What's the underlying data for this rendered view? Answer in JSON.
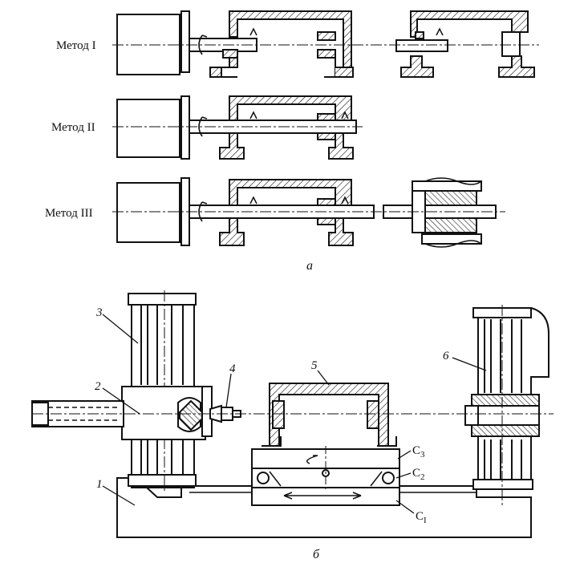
{
  "figure": {
    "part_a": {
      "caption": "а",
      "methods": [
        {
          "label": "Метод I"
        },
        {
          "label": "Метод II"
        },
        {
          "label": "Метод III"
        }
      ]
    },
    "part_b": {
      "caption": "б",
      "callouts": [
        "1",
        "2",
        "3",
        "4",
        "5",
        "6"
      ],
      "carriage_labels": {
        "c1": "C",
        "c1_sub": "I",
        "c2": "C",
        "c2_sub": "2",
        "c3": "C",
        "c3_sub": "3"
      }
    }
  }
}
